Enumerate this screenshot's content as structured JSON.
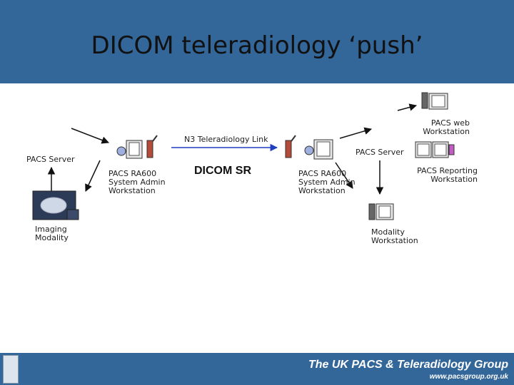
{
  "title": "DICOM teleradiology ‘push’",
  "nodes": {
    "pacs_server_left": "PACS Server",
    "imaging_modality": [
      "Imaging",
      "Modality"
    ],
    "ra600_left": [
      "PACS RA600",
      "System Admin",
      "Workstation"
    ],
    "n3_link": "N3 Teleradiology Link",
    "dicom_sr": "DICOM SR",
    "ra600_right": [
      "PACS RA600",
      "System Admin",
      "Workstation"
    ],
    "pacs_server_right": "PACS Server",
    "pacs_web": [
      "PACS web",
      "Workstation"
    ],
    "pacs_reporting": [
      "PACS Reporting",
      "Workstation"
    ],
    "modality_ws": [
      "Modality",
      "Workstation"
    ]
  },
  "footer": {
    "title": "The UK PACS & Teleradiology Group",
    "url": "www.pacsgroup.org.uk"
  },
  "colors": {
    "band": "#336699",
    "link_arrow": "#1f3fbf"
  }
}
